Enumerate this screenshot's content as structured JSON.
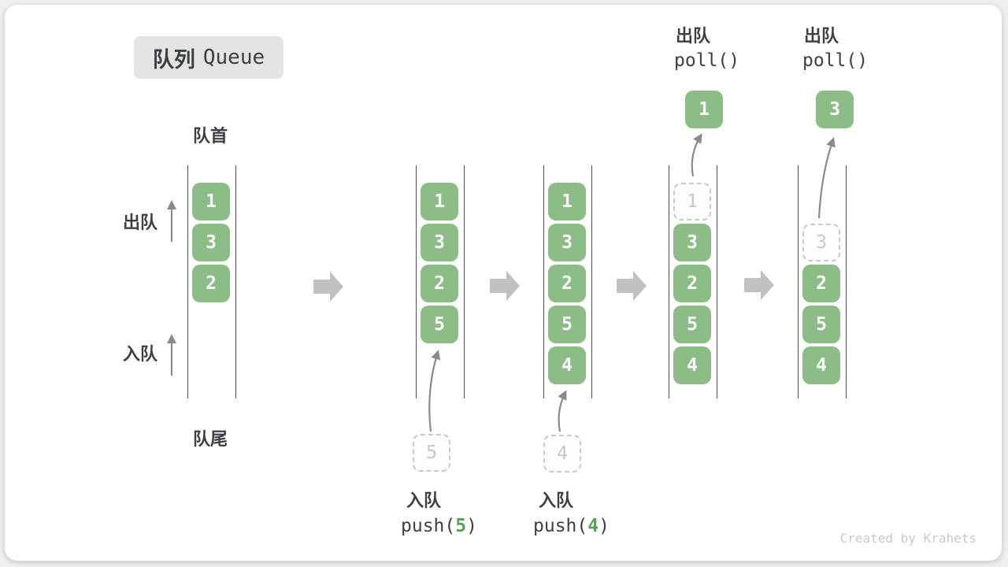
{
  "title": {
    "zh": "队列",
    "en": "Queue"
  },
  "side_labels": {
    "front": "队首",
    "rear": "队尾",
    "dequeue": "出队",
    "enqueue": "入队"
  },
  "queues": {
    "q1": {
      "s1": "1",
      "s2": "3",
      "s3": "2"
    },
    "q2": {
      "s1": "1",
      "s2": "3",
      "s3": "2",
      "s4": "5",
      "incoming": "5",
      "caption_zh": "入队",
      "fn_open": "push(",
      "fn_arg": "5",
      "fn_close": ")"
    },
    "q3": {
      "s1": "1",
      "s2": "3",
      "s3": "2",
      "s4": "5",
      "s5": "4",
      "incoming": "4",
      "caption_zh": "入队",
      "fn_open": "push(",
      "fn_arg": "4",
      "fn_close": ")"
    },
    "q4": {
      "s1": "1",
      "s2": "3",
      "s3": "2",
      "s4": "5",
      "s5": "4",
      "out": "1",
      "caption_zh": "出队",
      "fn": "poll()"
    },
    "q5": {
      "s2": "3",
      "s3": "2",
      "s4": "5",
      "s5": "4",
      "out": "3",
      "caption_zh": "出队",
      "fn": "poll()"
    }
  },
  "watermark": "Created by Krahets",
  "colors": {
    "box_green": "#8cbd86",
    "arg_green": "#56a156",
    "dashed_border": "#c9c9c9",
    "block_arrow": "#c1c1c1",
    "thin_arrow": "#8a8a8a",
    "badge_bg": "#e4e4e4",
    "text_dark": "#3b4045",
    "watermark_gray": "#c9c9c9"
  }
}
